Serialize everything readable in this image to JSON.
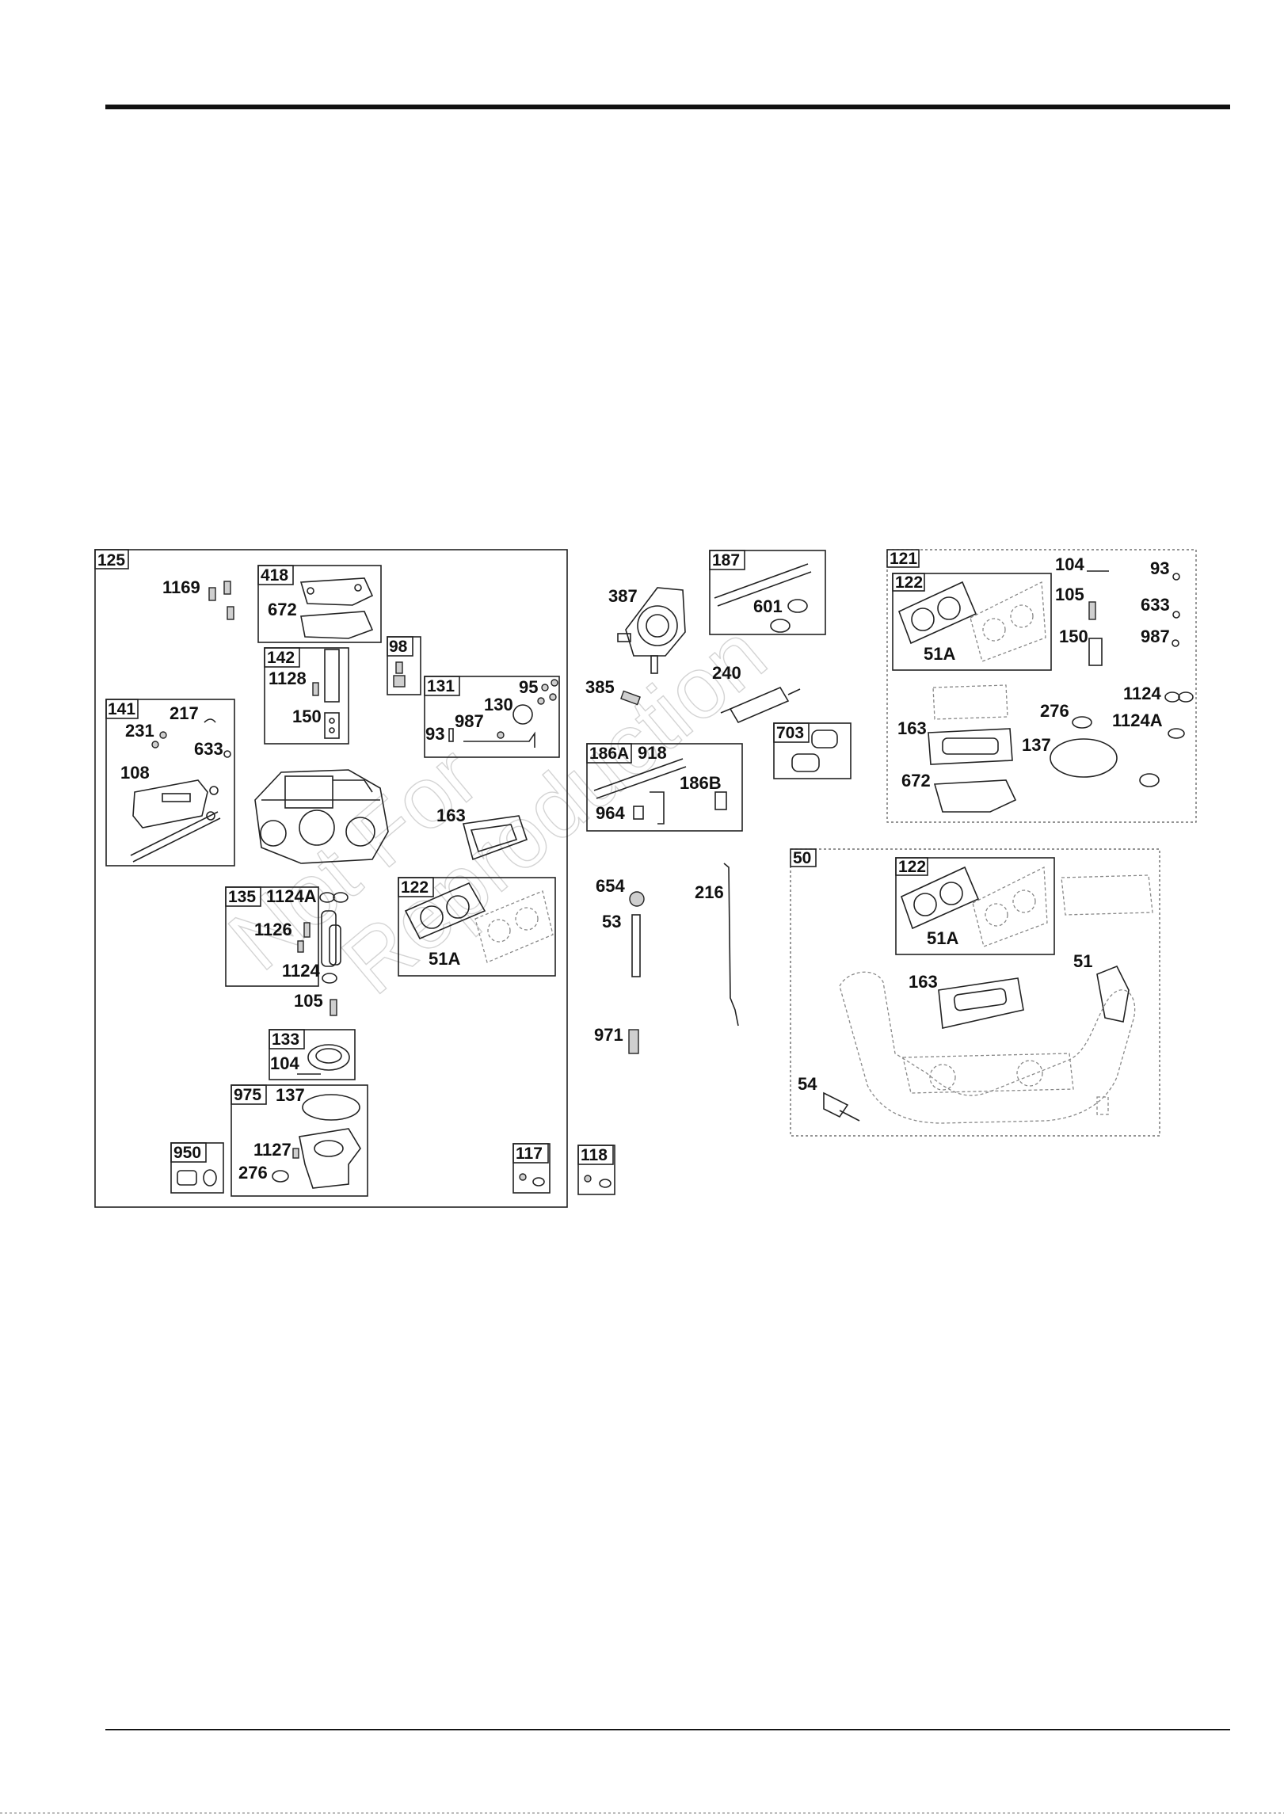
{
  "watermark": {
    "line1": "Not For",
    "line2": "Reproduction"
  },
  "groups": {
    "g125": "125",
    "g418": "418",
    "g98": "98",
    "g142": "142",
    "g131": "131",
    "g141": "141",
    "g135": "135",
    "g122a": "122",
    "g133": "133",
    "g975": "975",
    "g950": "950",
    "g117": "117",
    "g118": "118",
    "g187": "187",
    "g186A": "186A",
    "g703": "703",
    "g121": "121",
    "g122b": "122",
    "g50": "50",
    "g122c": "122"
  },
  "labels": {
    "l1169": "1169",
    "l672a": "672",
    "l1128": "1128",
    "l150a": "150",
    "l95": "95",
    "l130": "130",
    "l987a": "987",
    "l93a": "93",
    "l217": "217",
    "l231": "231",
    "l633a": "633",
    "l108": "108",
    "l163a": "163",
    "l1124Aa": "1124A",
    "l1126": "1126",
    "l1124a": "1124",
    "l51Aa": "51A",
    "l105a": "105",
    "l104a": "104",
    "l137a": "137",
    "l1127": "1127",
    "l276a": "276",
    "l387": "387",
    "l601": "601",
    "l240": "240",
    "l385": "385",
    "l918": "918",
    "l186B": "186B",
    "l964": "964",
    "l654": "654",
    "l216": "216",
    "l53": "53",
    "l971": "971",
    "l104b": "104",
    "l93b": "93",
    "l105b": "105",
    "l633b": "633",
    "l150b": "150",
    "l987b": "987",
    "l51Ab": "51A",
    "l1124b": "1124",
    "l276b": "276",
    "l1124Ab": "1124A",
    "l163b": "163",
    "l137b": "137",
    "l672b": "672",
    "l51Ac": "51A",
    "l51": "51",
    "l163c": "163",
    "l54": "54"
  }
}
